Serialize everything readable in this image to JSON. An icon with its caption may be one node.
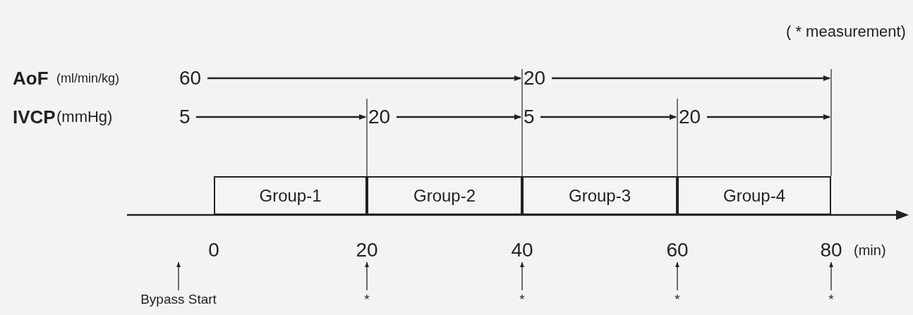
{
  "diagram": {
    "nodes": [
      {
        "text": [
          "60"
        ]
      },
      {
        "text": [
          "20"
        ]
      },
      {
        "text": [
          "5"
        ]
      },
      {
        "text": [
          "20"
        ]
      },
      {
        "text": [
          "5"
        ]
      },
      {
        "text": [
          "20"
        ]
      },
      {
        "text": [
          "Group-1"
        ]
      },
      {
        "text": [
          "Group-2"
        ]
      },
      {
        "text": [
          "Group-3"
        ]
      },
      {
        "text": [
          "Group-4"
        ]
      },
      {
        "text": [
          "0"
        ]
      },
      {
        "text": [
          "20"
        ]
      },
      {
        "text": [
          "40"
        ]
      },
      {
        "text": [
          "60"
        ]
      },
      {
        "text": [
          "80"
        ]
      },
      {
        "text": [
          "Bypass Start"
        ]
      },
      {
        "text": [
          "*"
        ]
      },
      {
        "text": [
          "*"
        ]
      },
      {
        "text": [
          "*"
        ]
      },
      {
        "text": [
          "*"
        ]
      }
    ],
    "edges": [
      {
        "from": 0,
        "to": 1,
        "arrow": "to"
      },
      {
        "from": 1,
        "to": null,
        "arrow": "to"
      },
      {
        "from": 2,
        "to": 3,
        "arrow": "to"
      },
      {
        "from": 3,
        "to": 4,
        "arrow": "to"
      },
      {
        "from": 4,
        "to": 5,
        "arrow": "to"
      },
      {
        "from": 5,
        "to": null,
        "arrow": "to"
      },
      {
        "from": 15,
        "to": 10,
        "arrow": "to"
      },
      {
        "from": 16,
        "to": 11,
        "arrow": "to"
      },
      {
        "from": 17,
        "to": 12,
        "arrow": "to"
      },
      {
        "from": 18,
        "to": 13,
        "arrow": "to"
      },
      {
        "from": 19,
        "to": 14,
        "arrow": "to"
      }
    ],
    "labels": [
      "( * measurement)",
      "AoF",
      "(ml/min/kg)",
      "IVCP",
      "(mmHg)",
      "(min)"
    ]
  }
}
